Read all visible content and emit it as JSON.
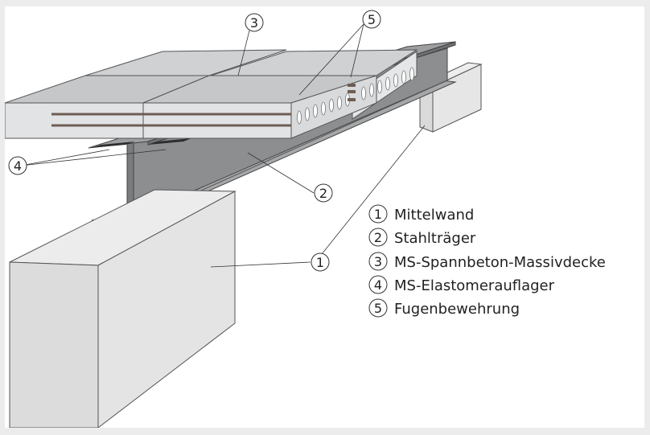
{
  "callouts": {
    "c1": "1",
    "c2": "2",
    "c3": "3",
    "c4": "4",
    "c5": "5"
  },
  "legend": [
    {
      "number": "1",
      "label": "Mittelwand"
    },
    {
      "number": "2",
      "label": "Stahlträger"
    },
    {
      "number": "3",
      "label": "MS-Spannbeton-Massivdecke"
    },
    {
      "number": "4",
      "label": "MS-Elastomerauflager"
    },
    {
      "number": "5",
      "label": "Fugenbewehrung"
    }
  ],
  "colors": {
    "wall": "#e2e2e2",
    "steel": "#8e9092",
    "slab_top": "#c9cbcd",
    "slab_side": "#e4e6e8",
    "rebar": "#6e5e55"
  }
}
